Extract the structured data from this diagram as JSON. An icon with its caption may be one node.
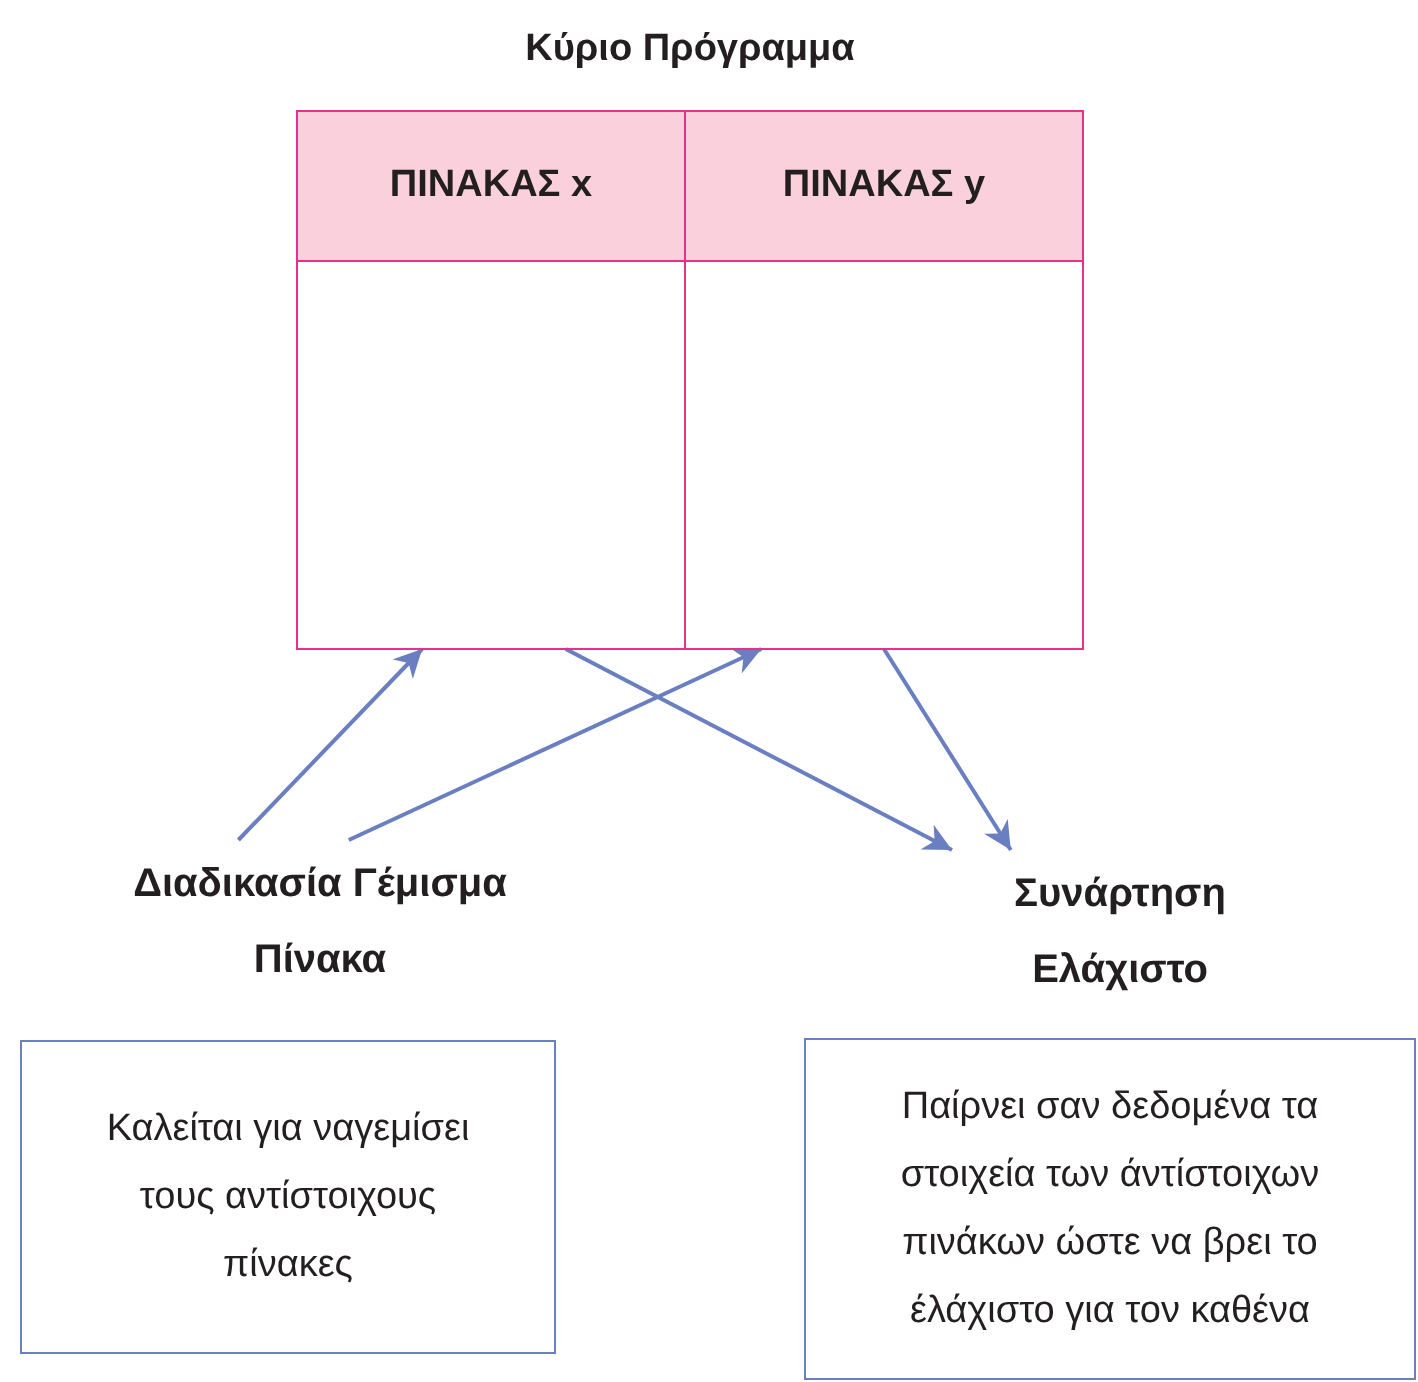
{
  "diagram": {
    "nodes": [
      {
        "text": [
          "Κύριο Πρόγραμμα"
        ]
      },
      {
        "text": [
          "ΠΙΝΑΚΑΣ x"
        ],
        "in": 0
      },
      {
        "text": [
          "ΠΙΝΑΚΑΣ y"
        ],
        "in": 0
      },
      {
        "text": [
          "Διαδικασία Γέμισμα Πίνακα"
        ]
      },
      {
        "text": [
          "Συνάρτηση Ελάχιστο"
        ]
      },
      {
        "text": [
          "Καλείται για ναγεμίσει τους αντίστοιχους πίνακες"
        ]
      },
      {
        "text": [
          "Παίρνει σαν δεδομένα τα στοιχεία των άντίστοιχων πινάκων ώστε να βρει το έλάχιστο για τον καθένα"
        ]
      }
    ],
    "edges": [
      {
        "from": 3,
        "to": 1,
        "arrow": "to"
      },
      {
        "from": 3,
        "to": 2,
        "arrow": "to"
      },
      {
        "from": 1,
        "to": 4,
        "arrow": "to"
      },
      {
        "from": 2,
        "to": 4,
        "arrow": "to"
      }
    ]
  }
}
